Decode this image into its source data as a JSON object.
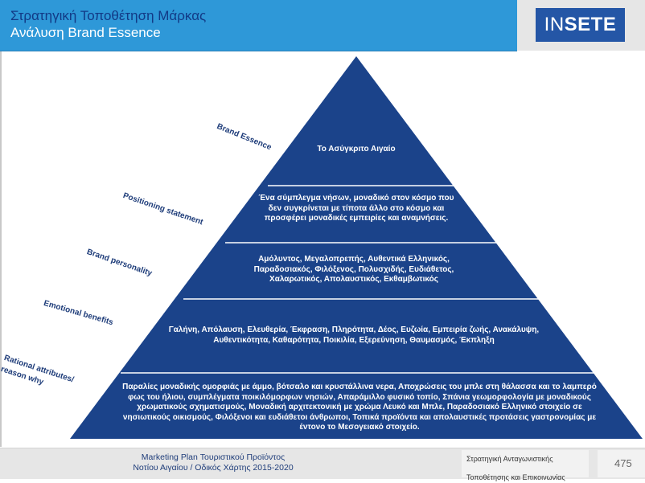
{
  "header": {
    "title_line1": "Στρατηγική Τοποθέτηση Μάρκας",
    "title_line2": "Ανάλυση Brand Essence",
    "logo_light": "IN",
    "logo_bold": "SETE"
  },
  "colors": {
    "header_bg": "#2e98d8",
    "pyramid_fill": "#1b438a",
    "label_color": "#1f3d7a",
    "logo_bg": "#2456a6"
  },
  "pyramid": {
    "layers": [
      {
        "label": "Brand Essence",
        "text": "Το Ασύγκριτο Αιγαίο"
      },
      {
        "label": "Positioning statement",
        "text": "Ένα σύμπλεγμα νήσων, μοναδικό στον κόσμο που δεν συγκρίνεται με τίποτα  άλλο στο κόσμο και προσφέρει μοναδικές εμπειρίες και αναμνήσεις."
      },
      {
        "label": "Brand personality",
        "text": "Αμόλυντος, Μεγαλοπρεπής, Αυθεντικά  Ελληνικός, Παραδοσιακός, Φιλόξενος,  Πολυσχιδής, Ευδιάθετος, Χαλαρωτικός,  Απολαυστικός, Εκθαμβωτικός"
      },
      {
        "label": "Emotional benefits",
        "text": "Γαλήνη, Απόλαυση, Ελευθερία, Έκφραση, Πληρότητα, Δέος, Ευζωία, Εμπειρία  ζωής, Ανακάλυψη, Αυθεντικότητα, Καθαρότητα, Ποικιλία, Εξερεύνηση,  Θαυμασμός, Έκπληξη"
      },
      {
        "label_line1": "Rational attributes/",
        "label_line2": "reason why",
        "text": "Παραλίες μοναδικής ομορφιάς με άμμο, βότσαλο και κρυστάλλινα νερα, Αποχρώσεις του μπλε στη θάλασσα και το λαμπερό φως του ήλιου, συμπλέγματα ποικιλόμορφων νησιών, Απαράμιλλο φυσικό τοπίο, Σπάνια γεωμορφολογία με μοναδικούς χρωματικούς σχηματισμούς, Μοναδική αρχιτεκτονική με χρώμα Λευκό και Μπλε, Παραδοσιακό Ελληνικό στοιχείο σε νησιωτικούς οικισμούς, Φιλόξενοι και ευδιάθετοι άνθρωποι, Τοπικά προϊόντα και απολαυστικές προτάσεις γαστρονομίας με έντονο το Μεσογειακό στοιχείο."
      }
    ]
  },
  "footer": {
    "main_line1": "Marketing Plan Τουριστικού Προϊόντος",
    "main_line2": "Νοτίου Αιγαίου / Οδικός Χάρτης 2015-2020",
    "section_line1": "Στρατηγική Ανταγωνιστικής",
    "section_line2": "Τοποθέτησης και Επικοινωνίας",
    "page_number": "475"
  }
}
